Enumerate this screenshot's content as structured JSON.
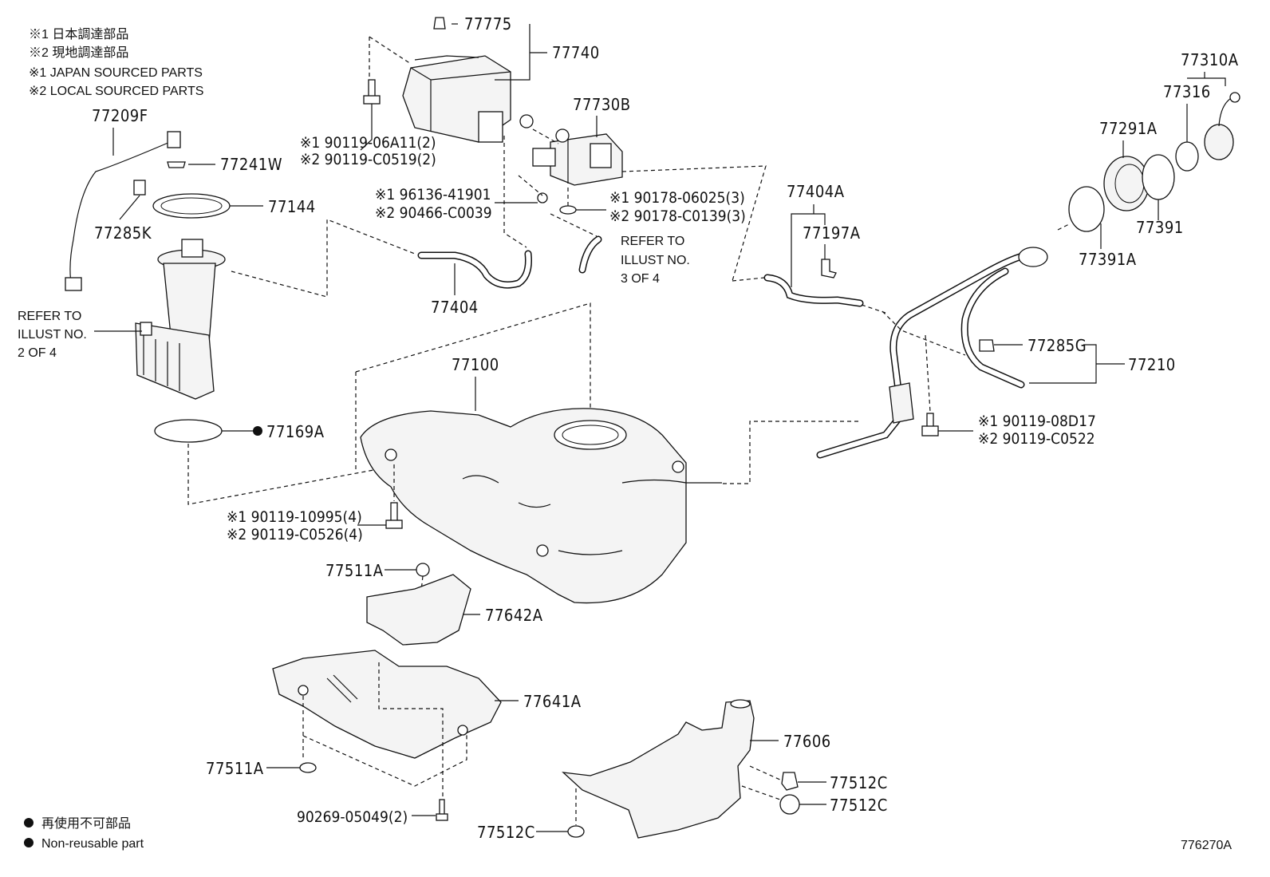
{
  "notes": {
    "jp1": "※1 日本調達部品",
    "jp2": "※2 現地調達部品",
    "en1": "※1 JAPAN SOURCED PARTS",
    "en2": "※2 LOCAL SOURCED PARTS"
  },
  "legend": {
    "jp": "再使用不可部品",
    "en": "Non-reusable part"
  },
  "refs": {
    "pump_line1": "REFER TO",
    "pump_line2": "ILLUST NO.",
    "pump_line3": "2 OF 4",
    "hose_line1": "REFER TO",
    "hose_line2": "ILLUST NO.",
    "hose_line3": "3 OF 4"
  },
  "parts": {
    "p77775": "77775",
    "p77740": "77740",
    "p77730B": "77730B",
    "p77209F": "77209F",
    "p77241W": "77241W",
    "p77144": "77144",
    "p77285K": "77285K",
    "p77404": "77404",
    "p77404A": "77404A",
    "p77197A": "77197A",
    "p77310A": "77310A",
    "p77316": "77316",
    "p77291A": "77291A",
    "p77391": "77391",
    "p77391A": "77391A",
    "p77285G": "77285G",
    "p77210": "77210",
    "p77100": "77100",
    "p77169A": "77169A",
    "p77511A_top": "77511A",
    "p77642A": "77642A",
    "p77641A": "77641A",
    "p77511A_bot": "77511A",
    "p77606": "77606",
    "p77512C_1": "77512C",
    "p77512C_2": "77512C",
    "p77512C_3": "77512C",
    "b90269": "90269-05049(2)",
    "b90119_06A11": "※1 90119-06A11(2)",
    "b90119_C0519": "※2 90119-C0519(2)",
    "b96136": "※1 96136-41901",
    "b90466": "※2 90466-C0039",
    "b90178_06025": "※1 90178-06025(3)",
    "b90178_C0139": "※2 90178-C0139(3)",
    "b90119_10995": "※1 90119-10995(4)",
    "b90119_C0526": "※2 90119-C0526(4)",
    "b90119_08D17": "※1  90119-08D17",
    "b90119_C0522": "※2  90119-C0522"
  },
  "illustration_id": "776270A"
}
